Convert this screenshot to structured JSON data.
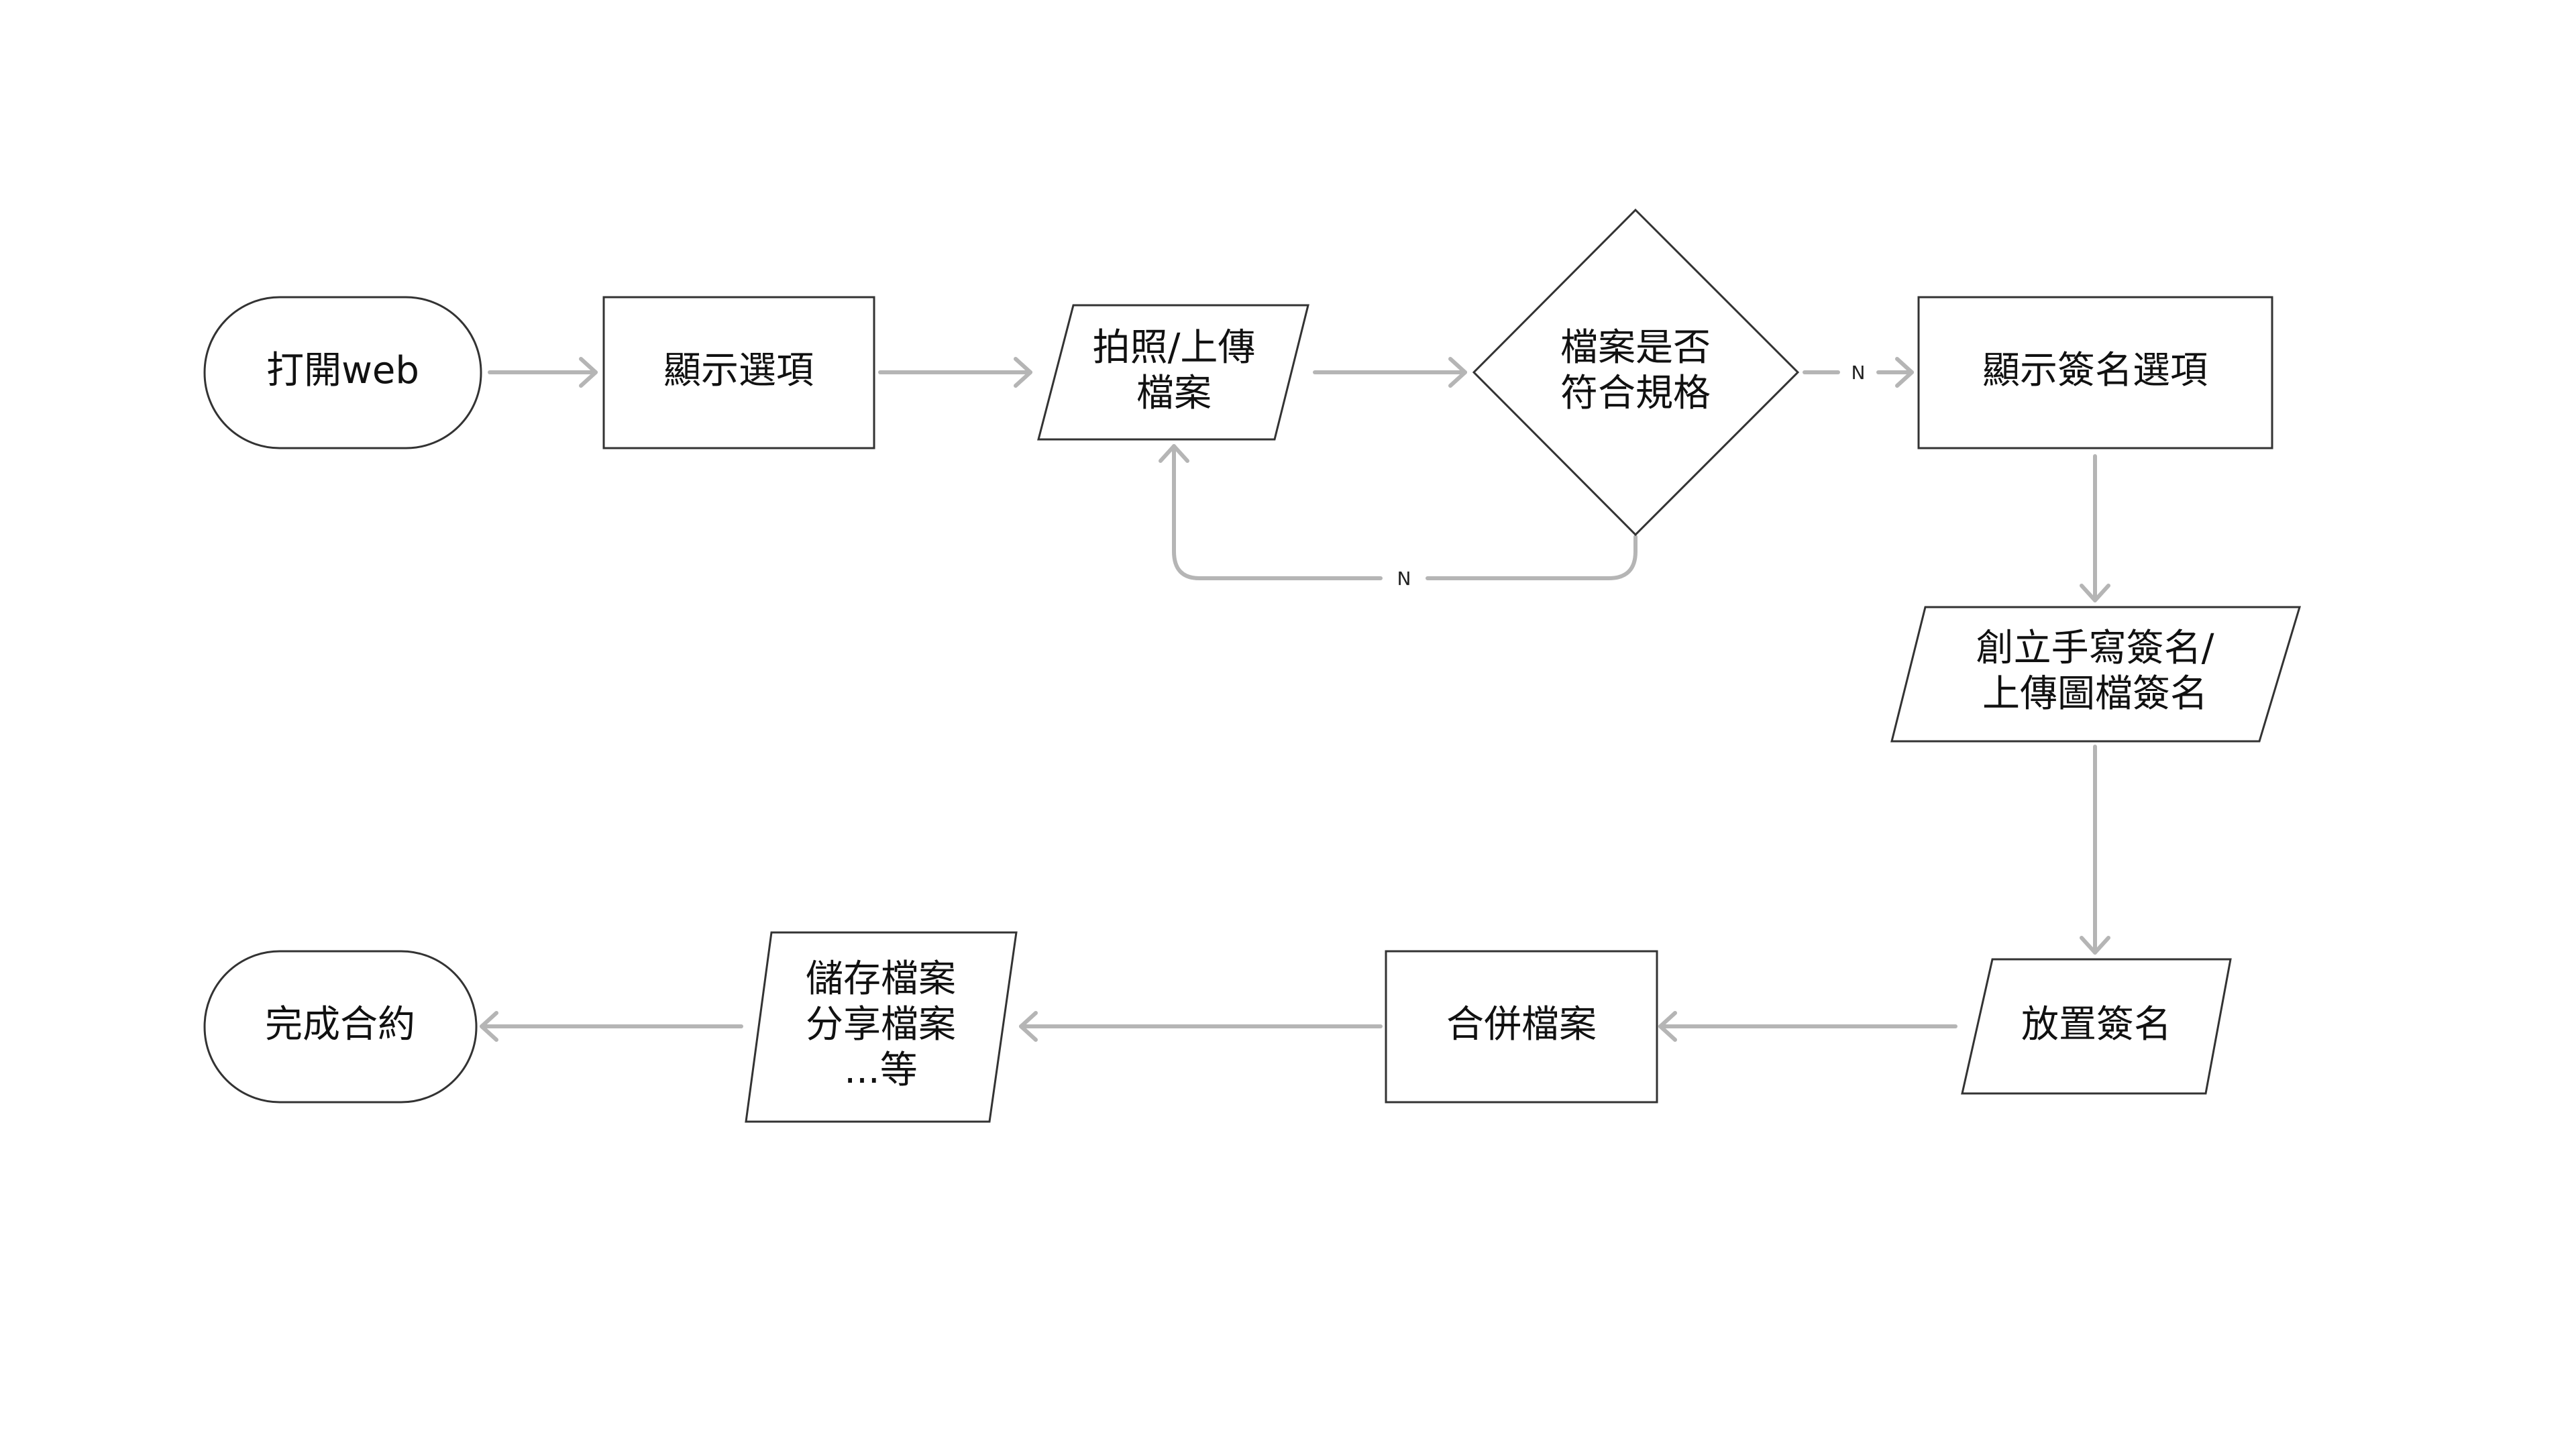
{
  "diagram": {
    "nodes": {
      "open_web": "打開web",
      "show_options": "顯示選項",
      "photo_upload": [
        "拍照/上傳",
        "檔案"
      ],
      "file_check": [
        "檔案是否",
        "符合規格"
      ],
      "show_sign_options": "顯示簽名選項",
      "create_signature": [
        "創立手寫簽名/",
        "上傳圖檔簽名"
      ],
      "place_signature": "放置簽名",
      "merge_files": "合併檔案",
      "save_share": [
        "儲存檔案",
        "分享檔案",
        "...等"
      ],
      "complete_contract": "完成合約"
    },
    "edge_labels": {
      "check_no_retry": "N",
      "check_no_forward": "N"
    },
    "colors": {
      "node_stroke": "#333333",
      "connector": "#b5b5b5",
      "text": "#111111"
    }
  }
}
